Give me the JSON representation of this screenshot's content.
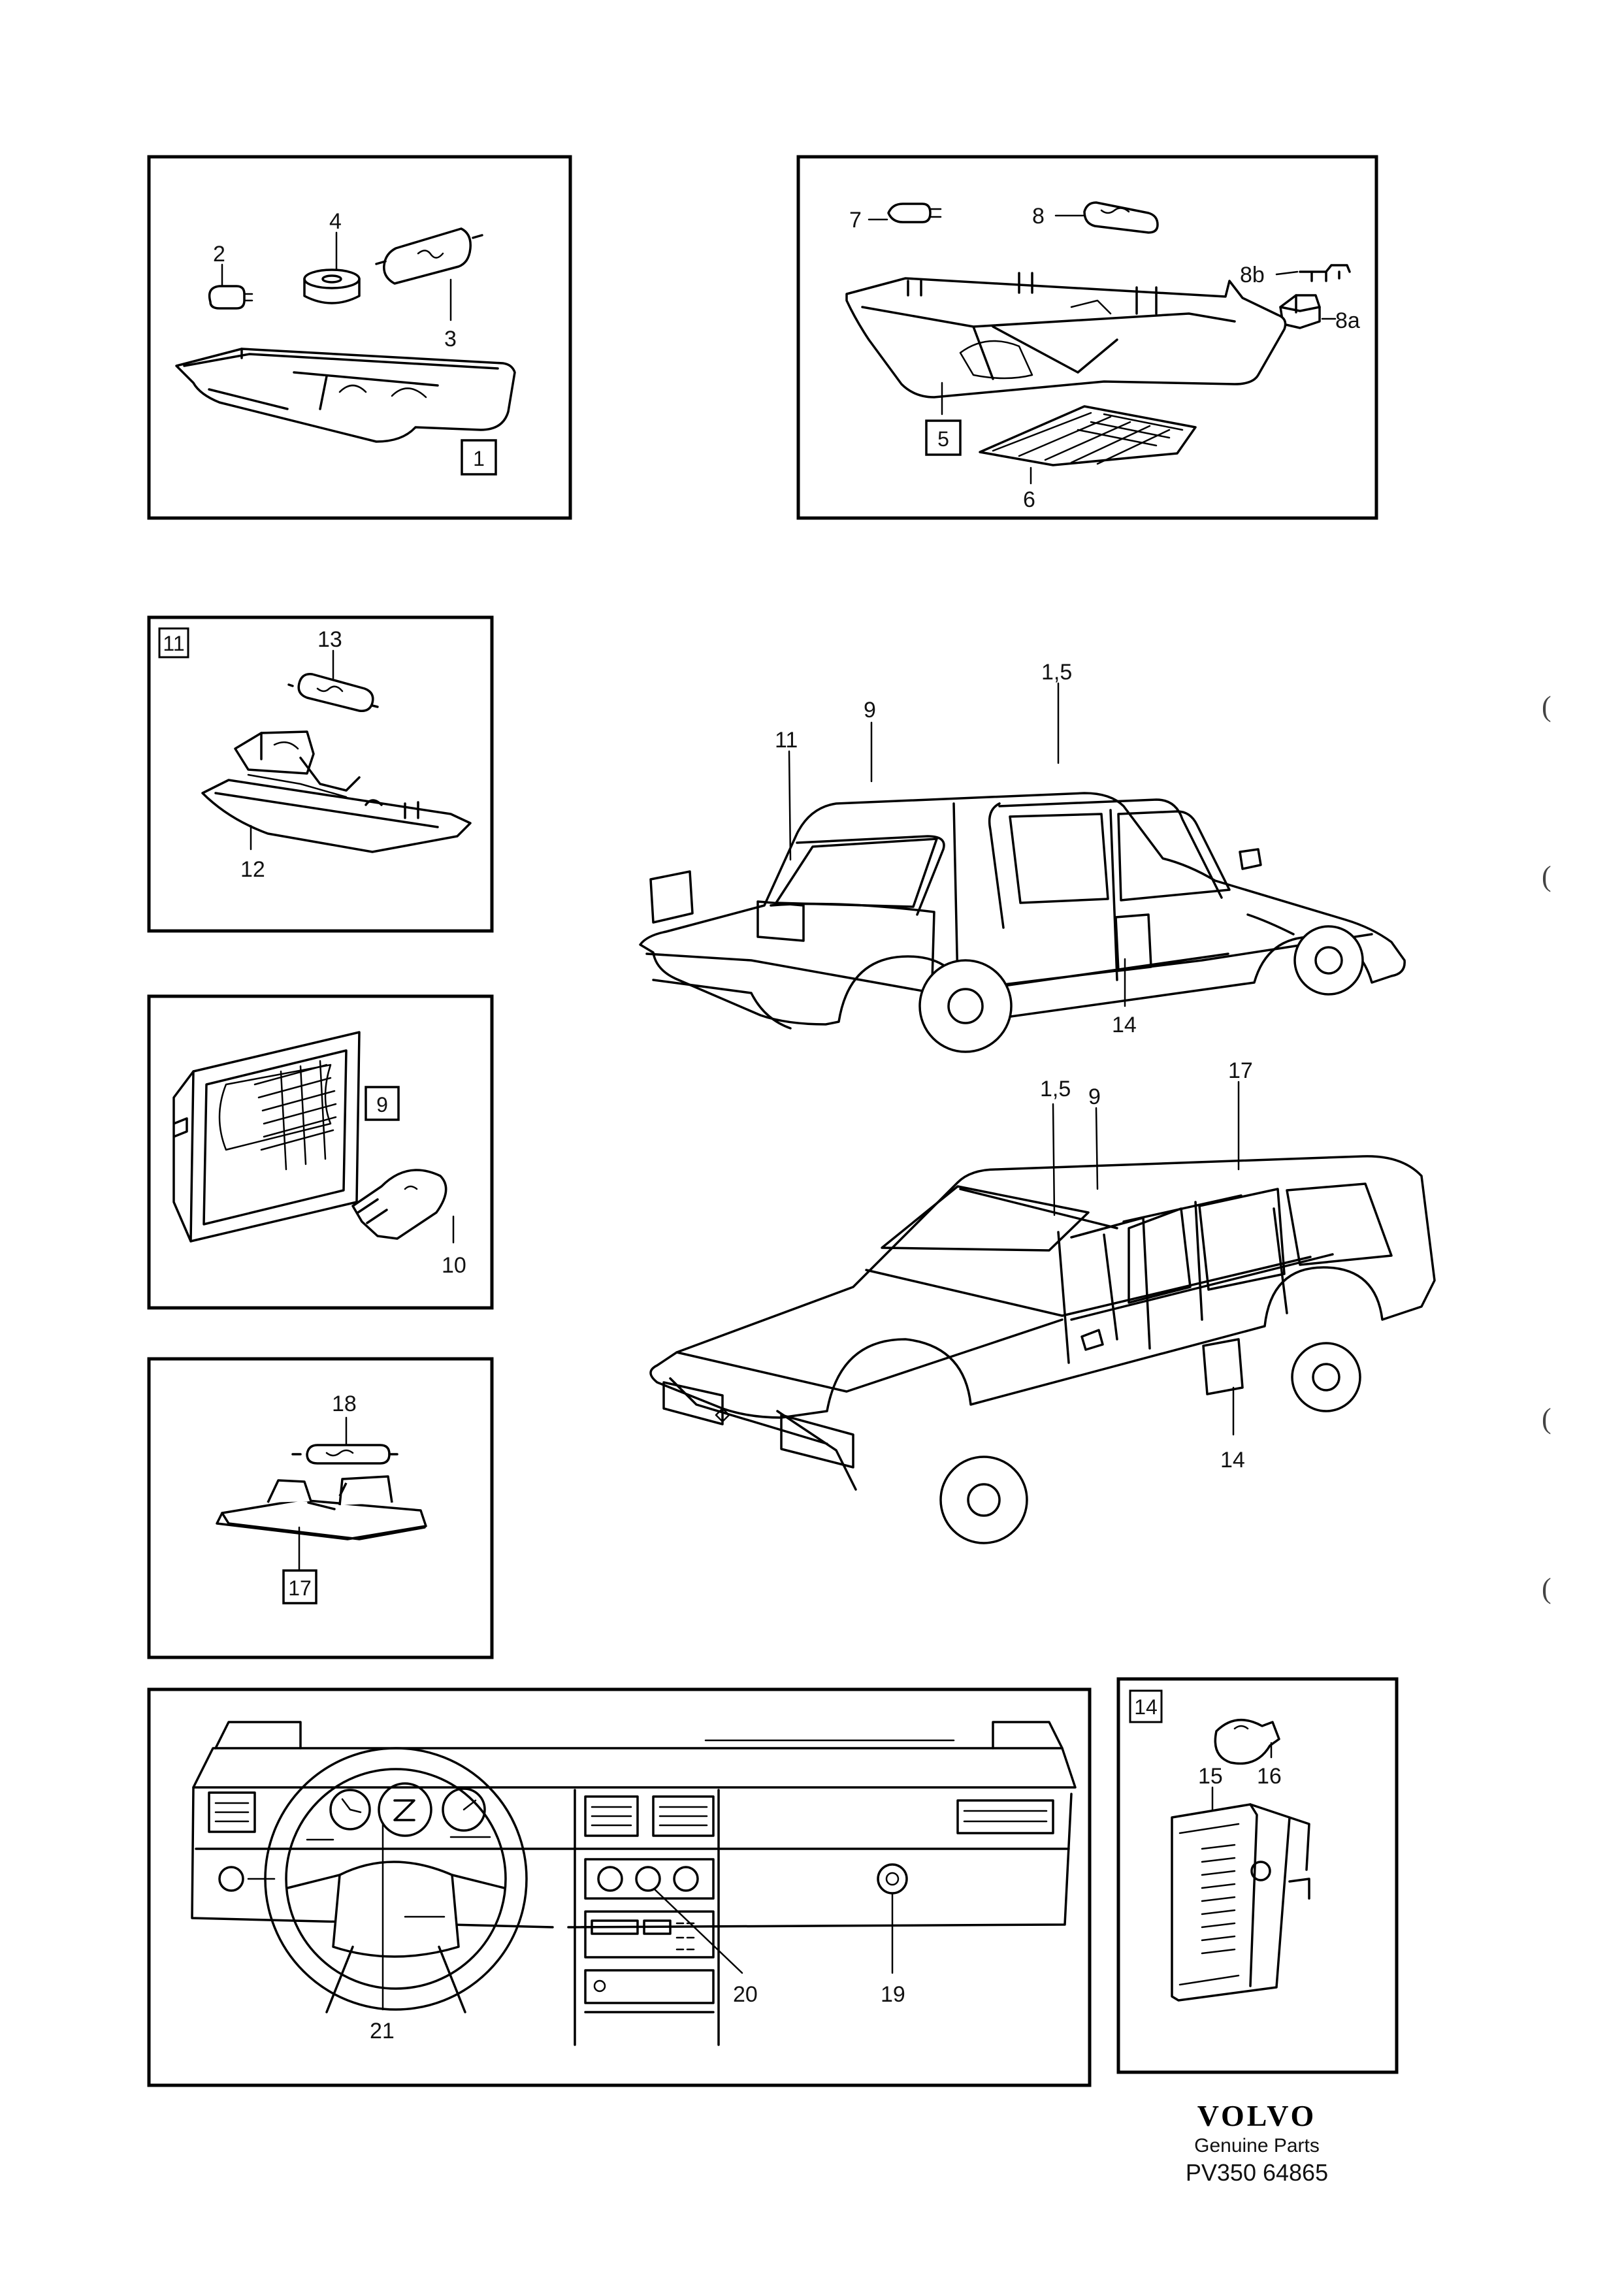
{
  "labels": {
    "p1": {
      "box": "1",
      "c2": "2",
      "c3": "3",
      "c4": "4"
    },
    "p5": {
      "box": "5",
      "c6": "6",
      "c7": "7",
      "c8": "8",
      "c8a": "8a",
      "c8b": "8b"
    },
    "p11": {
      "box": "11",
      "c12": "12",
      "c13": "13"
    },
    "p9": {
      "box": "9",
      "c10": "10"
    },
    "p17": {
      "box": "17",
      "c18": "18"
    },
    "sedan": {
      "c15": "1,5",
      "c9": "9",
      "c11": "11",
      "c14": "14"
    },
    "wagon": {
      "c15": "1,5",
      "c9": "9",
      "c17": "17",
      "c14": "14"
    },
    "dash": {
      "c19": "19",
      "c20": "20",
      "c21": "21"
    },
    "p14": {
      "box": "14",
      "c15": "15",
      "c16": "16"
    }
  },
  "footer": {
    "brand": "VOLVO",
    "tagline": "Genuine Parts",
    "code": "PV350 64865"
  },
  "margin_marks": [
    "(",
    "(",
    "(",
    "("
  ]
}
